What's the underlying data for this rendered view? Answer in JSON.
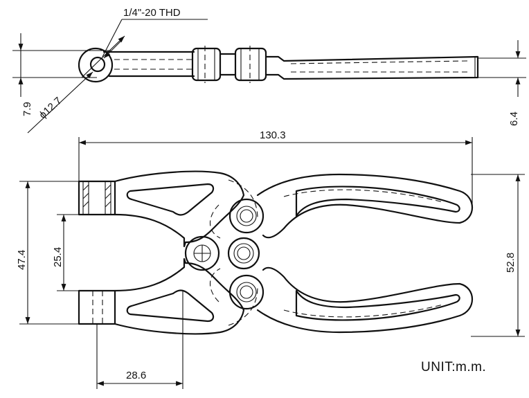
{
  "drawing": {
    "thread_callout": "1/4\"-20 THD",
    "dimensions": {
      "hole_diameter": "ϕ12.7",
      "side_height_left": "7.9",
      "side_height_right": "6.4",
      "overall_length": "130.3",
      "jaw_outer_height": "47.4",
      "jaw_opening": "25.4",
      "handle_spread": "52.8",
      "jaw_length": "28.6"
    },
    "unit_label": "UNIT:m.m."
  }
}
